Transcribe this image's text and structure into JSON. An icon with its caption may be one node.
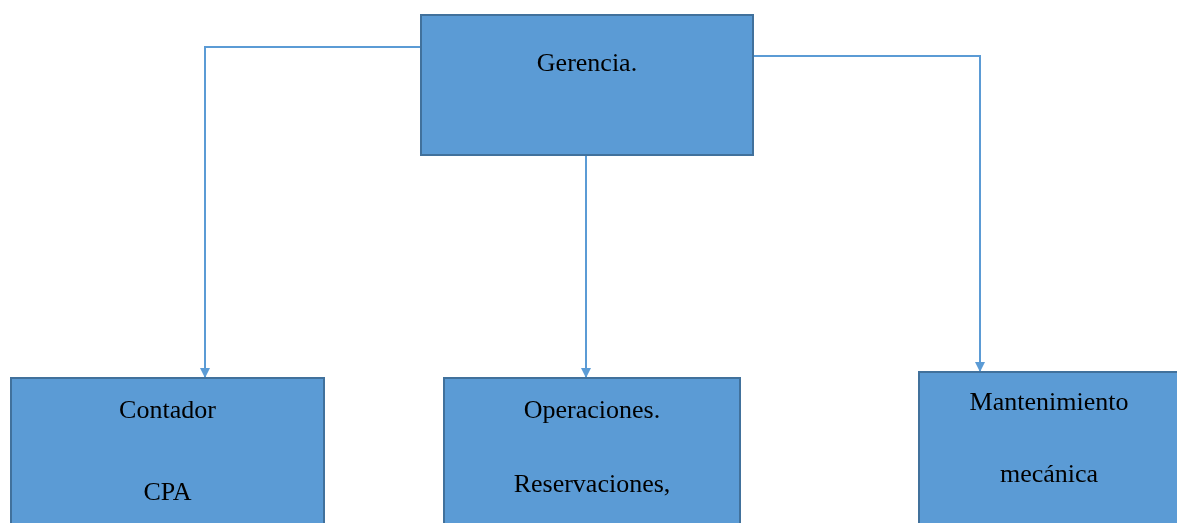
{
  "diagram": {
    "nodes": [
      {
        "text": [
          "Gerencia."
        ]
      },
      {
        "text": [
          "Contador",
          "CPA"
        ]
      },
      {
        "text": [
          "Operaciones.",
          "Reservaciones,"
        ]
      },
      {
        "text": [
          "Mantenimiento",
          "mecánica"
        ]
      }
    ],
    "edges": [
      {
        "from": 0,
        "to": 1,
        "arrow": "to"
      },
      {
        "from": 0,
        "to": 2,
        "arrow": "to"
      },
      {
        "from": 0,
        "to": 3,
        "arrow": "to"
      }
    ]
  }
}
